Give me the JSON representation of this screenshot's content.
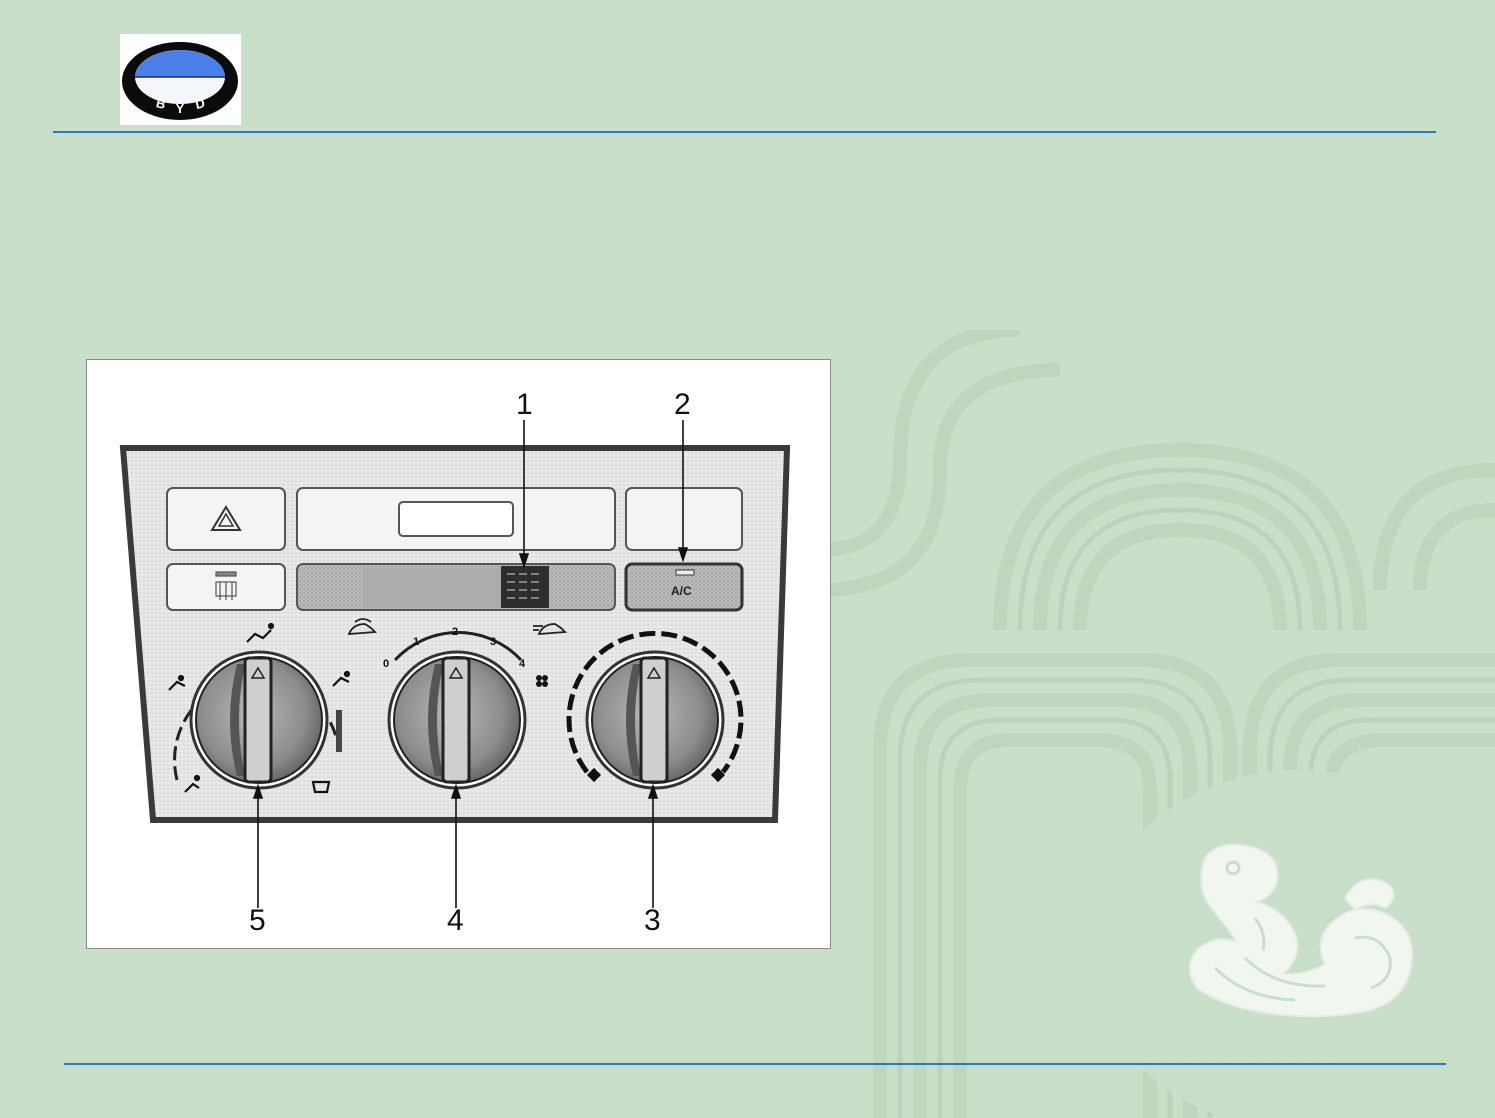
{
  "logo": {
    "text": "B Y D",
    "letters": [
      "B",
      "Y",
      "D"
    ],
    "icon": "byd-logo"
  },
  "colors": {
    "background": "#cadfca",
    "rule": "#2b78c6",
    "logo_blue": "#4a80e8",
    "dragon": "#f2f6f0"
  },
  "figure": {
    "callouts": [
      "1",
      "2",
      "3",
      "4",
      "5"
    ],
    "ac_button_label": "A/C",
    "fan_scale": [
      "0",
      "1",
      "2",
      "3",
      "4"
    ],
    "icons": [
      "hazard-warning-icon",
      "rear-defrost-icon",
      "recirculation-icon",
      "fresh-air-icon",
      "fan-icon",
      "cold-icon",
      "hot-icon",
      "air-distribution-icons"
    ]
  },
  "decor": {
    "dragon": "dragon-emblem-icon"
  }
}
